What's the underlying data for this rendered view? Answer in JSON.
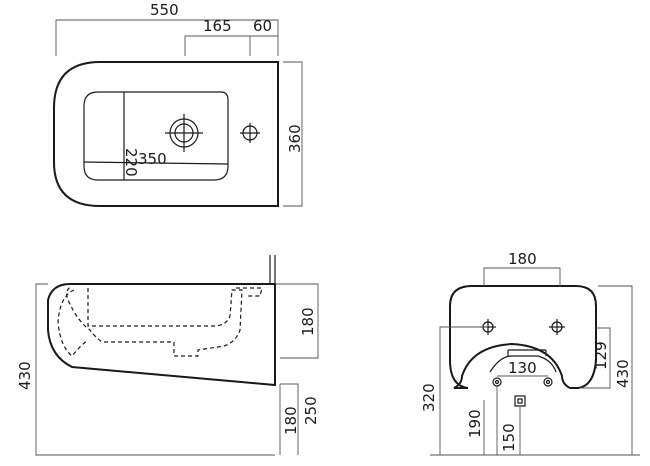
{
  "top_view": {
    "overall_length": "550",
    "tap_offset": "165",
    "tap_to_wall": "60",
    "bowl_width": "220",
    "bowl_length": "350",
    "overall_width": "360"
  },
  "side_view": {
    "total_height": "430",
    "rim_height": "180",
    "fixing_height": "250",
    "lower_fixing": "180"
  },
  "rear_view": {
    "top_width": "180",
    "bolt_spacing": "130",
    "outlet_height": "129",
    "total_height": "430",
    "bolt_height": "320",
    "waste_height": "190",
    "supply_height": "150"
  }
}
